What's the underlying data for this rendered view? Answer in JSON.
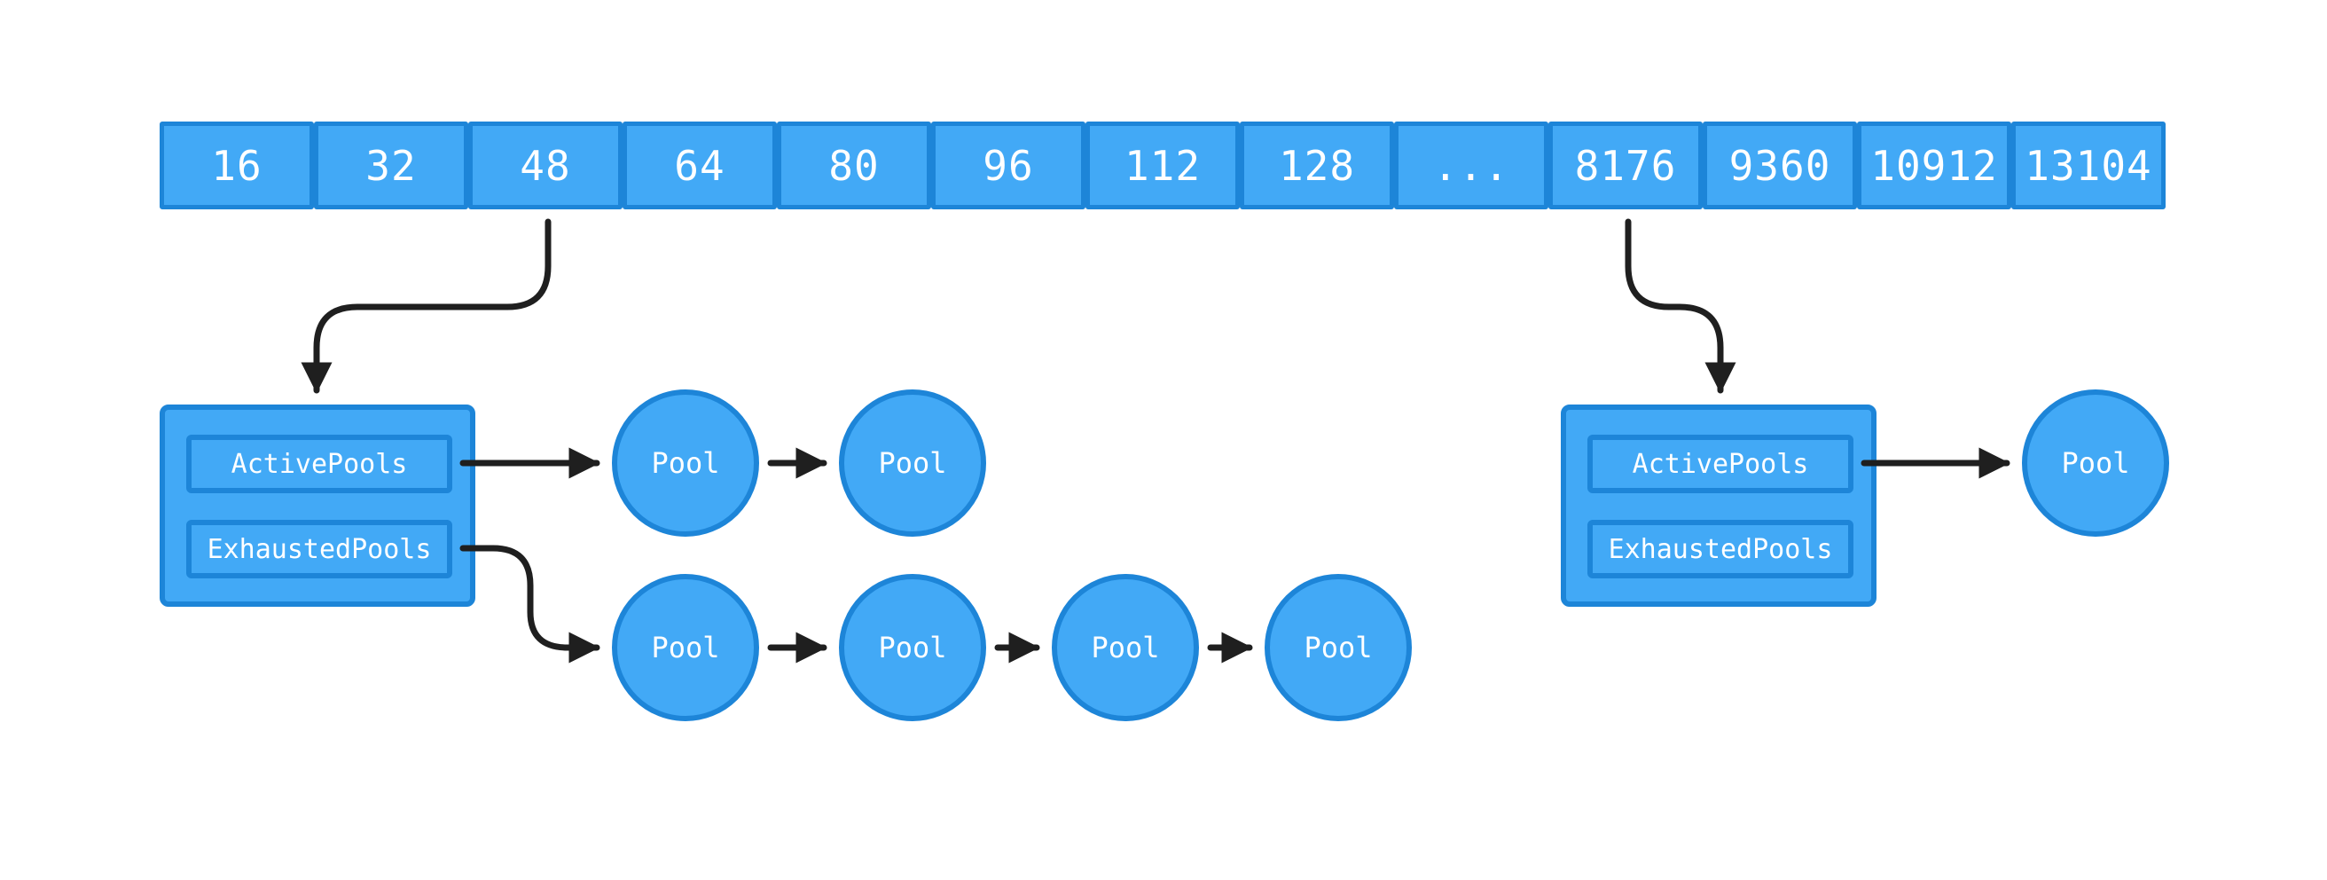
{
  "size_classes": [
    "16",
    "32",
    "48",
    "64",
    "80",
    "96",
    "112",
    "128",
    "...",
    "8176",
    "9360",
    "10912",
    "13104"
  ],
  "left_class": {
    "active_label": "ActivePools",
    "exhausted_label": "ExhaustedPools",
    "active_pools": [
      "Pool",
      "Pool"
    ],
    "exhausted_pools": [
      "Pool",
      "Pool",
      "Pool",
      "Pool"
    ]
  },
  "right_class": {
    "active_label": "ActivePools",
    "exhausted_label": "ExhaustedPools",
    "active_pools": [
      "Pool"
    ]
  },
  "colors": {
    "fill": "#42a9f6",
    "border": "#1d85d8",
    "arrow": "#1f1f1f",
    "text": "#ffffff"
  }
}
